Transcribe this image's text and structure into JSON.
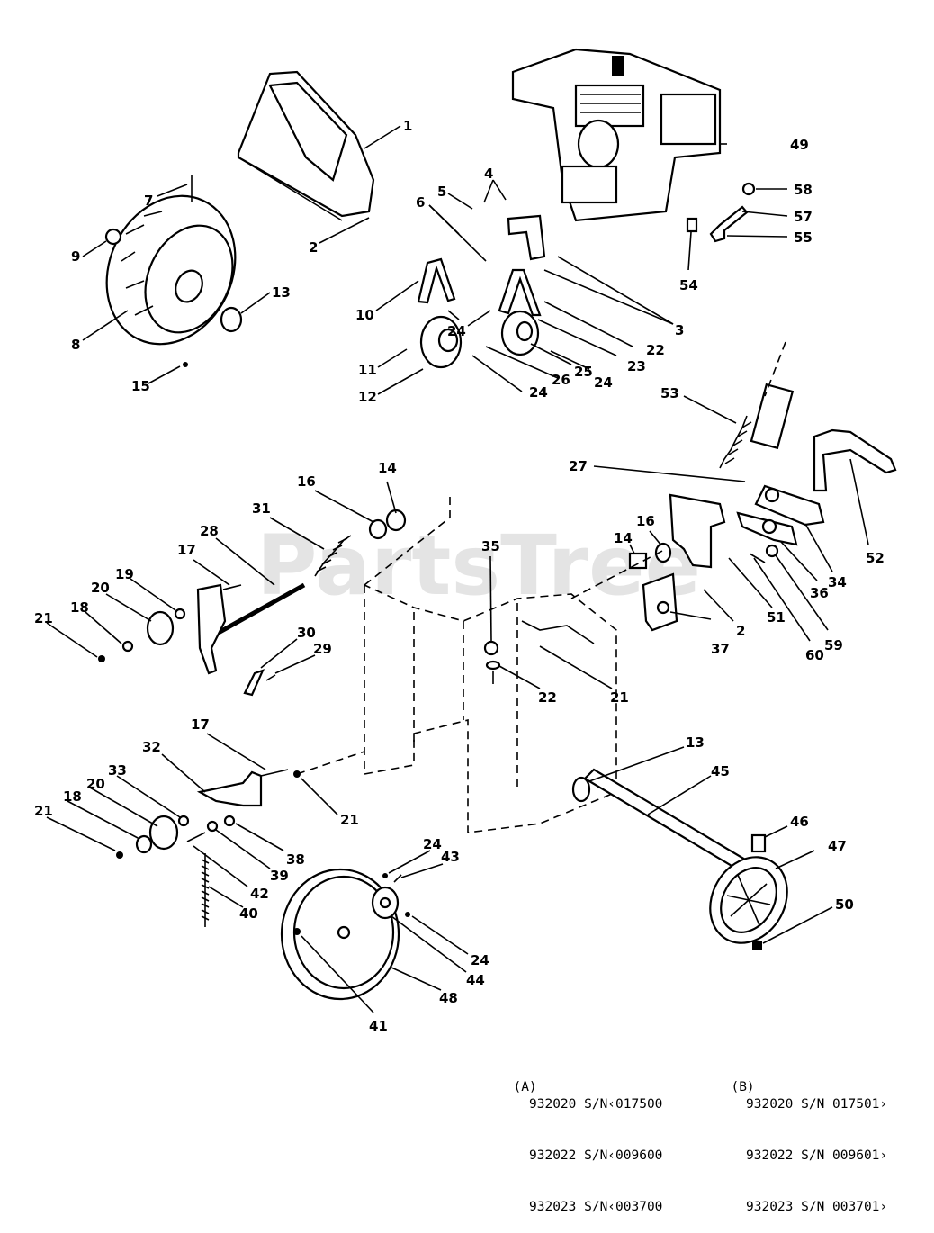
{
  "watermark": {
    "text": "PartsTree",
    "mark": "™"
  },
  "callouts": [
    "1",
    "2",
    "3",
    "4",
    "5",
    "6",
    "7",
    "8",
    "9",
    "10",
    "11",
    "12",
    "13",
    "14",
    "15",
    "16",
    "17",
    "18",
    "19",
    "20",
    "21",
    "22",
    "23",
    "24",
    "25",
    "26",
    "27",
    "28",
    "29",
    "30",
    "31",
    "32",
    "33",
    "34",
    "35",
    "36",
    "37",
    "38",
    "39",
    "40",
    "41",
    "42",
    "43",
    "44",
    "45",
    "46",
    "47",
    "48",
    "49",
    "50",
    "51",
    "52",
    "53",
    "54",
    "55",
    "57",
    "58",
    "59",
    "60"
  ],
  "serial_notes": {
    "a": {
      "marker": "(A)",
      "lines": [
        "932020 S/N‹017500",
        "932022 S/N‹009600",
        "932023 S/N‹003700"
      ]
    },
    "b": {
      "marker": "(B)",
      "lines": [
        "932020 S/N 017501›",
        "932022 S/N 009601›",
        "932023 S/N 003701›"
      ]
    }
  }
}
